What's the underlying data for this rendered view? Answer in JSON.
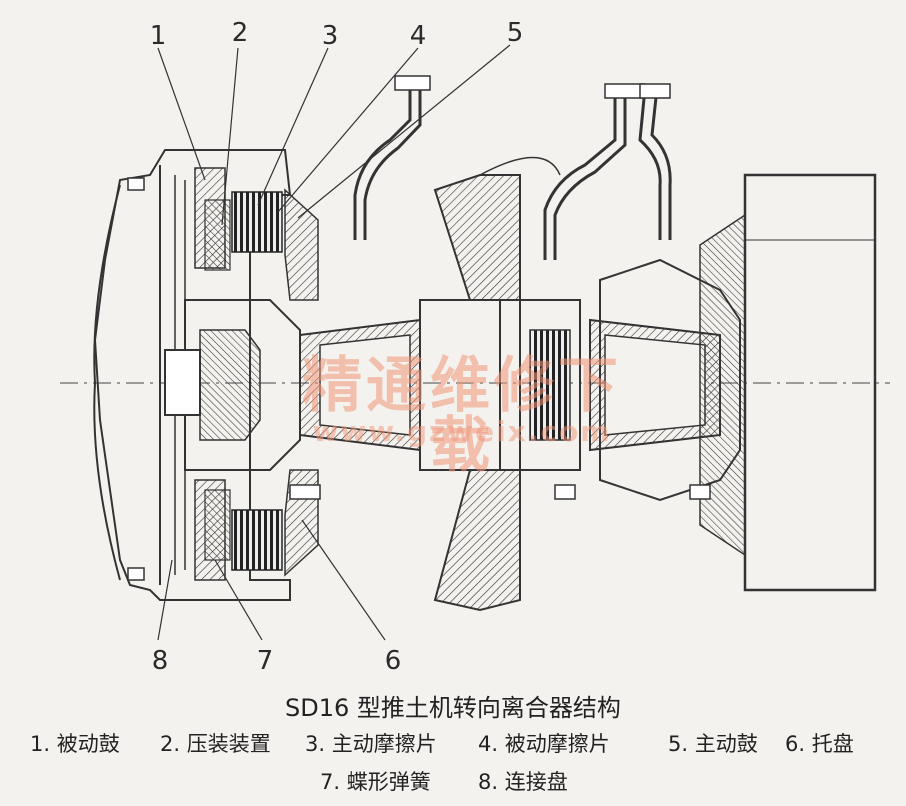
{
  "figure": {
    "callouts": [
      "1",
      "2",
      "3",
      "4",
      "5",
      "6",
      "7",
      "8"
    ],
    "watermark": {
      "title": "精通维修下载",
      "url": "www.gzweix.com"
    }
  },
  "caption": {
    "title": "SD16 型推土机转向离合器结构",
    "legend": [
      "1. 被动鼓",
      "2. 压装装置",
      "3. 主动摩擦片",
      "4. 被动摩擦片",
      "5. 主动鼓",
      "6. 托盘",
      "7. 蝶形弹簧",
      "8. 连接盘"
    ]
  }
}
